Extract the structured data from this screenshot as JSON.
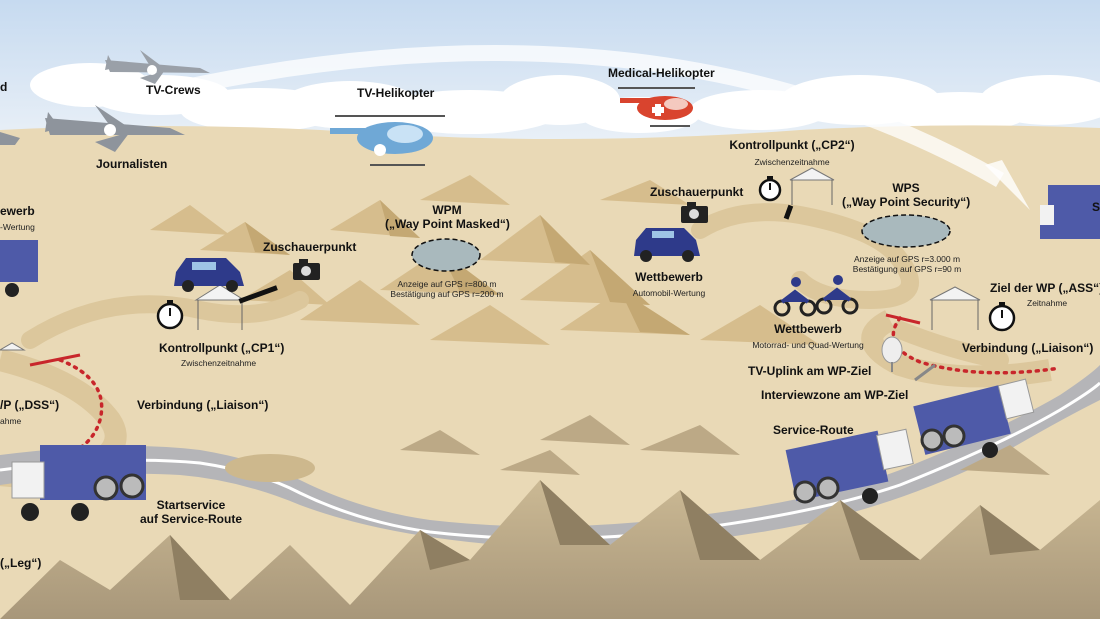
{
  "labels": {
    "tv_crews": "TV-Crews",
    "journalisten": "Journalisten",
    "tv_helikopter": "TV-Helikopter",
    "medical_helikopter": "Medical-Helikopter",
    "zuschauerpunkt_1": "Zuschauerpunkt",
    "zuschauerpunkt_2": "Zuschauerpunkt",
    "wpm_title": "WPM",
    "wpm_full": "(„Way Point Masked“)",
    "wpm_note_1": "Anzeige auf GPS r=800 m",
    "wpm_note_2": "Bestätigung auf GPS r=200 m",
    "wps_title": "WPS",
    "wps_full": "(„Way Point Security“)",
    "wps_note_1": "Anzeige auf GPS r=3.000 m",
    "wps_note_2": "Bestätigung auf GPS r=90 m",
    "cp2_title": "Kontrollpunkt („CP2“)",
    "cp2_sub": "Zwischenzeitnahme",
    "cp1_title": "Kontrollpunkt („CP1“)",
    "cp1_sub": "Zwischenzeitnahme",
    "wettbewerb_auto": "Wettbewerb",
    "wettbewerb_auto_sub": "Automobil-Wertung",
    "wettbewerb_moto": "Wettbewerb",
    "wettbewerb_moto_sub": "Motorrad- und Quad-Wertung",
    "ziel_wp": "Ziel der WP („ASS“)",
    "ziel_wp_sub": "Zeitnahme",
    "verbindung_right": "Verbindung („Liaison“)",
    "verbindung_left": "Verbindung („Liaison“)",
    "tv_uplink": "TV-Uplink am WP-Ziel",
    "interviewzone": "Interviewzone am WP-Ziel",
    "service_route": "Service-Route",
    "startservice_1": "Startservice",
    "startservice_2": "auf Service-Route",
    "left_d": "d",
    "left_bewerb": "ewerb",
    "left_wertung": "-Wertung",
    "left_dss": "/P („DSS“)",
    "left_ahme": "ahme",
    "left_leg": "(„Leg“)",
    "right_s": "S"
  },
  "colors": {
    "sky": "#dce8f5",
    "cloud": "#ffffff",
    "desert": "#e9d9b6",
    "dune": "#d8c195",
    "mountain": "#b8a785",
    "mountain_shadow": "#8f7f62",
    "road": "#a9a9ad",
    "truck_blue": "#4e5aa8",
    "route_red": "#c8262b"
  },
  "icons": [
    "airplane-icon",
    "helicopter-icon",
    "camera-icon",
    "stopwatch-icon",
    "tent-icon",
    "satellite-dish-icon",
    "truck-icon",
    "car-icon",
    "motorbike-icon"
  ]
}
